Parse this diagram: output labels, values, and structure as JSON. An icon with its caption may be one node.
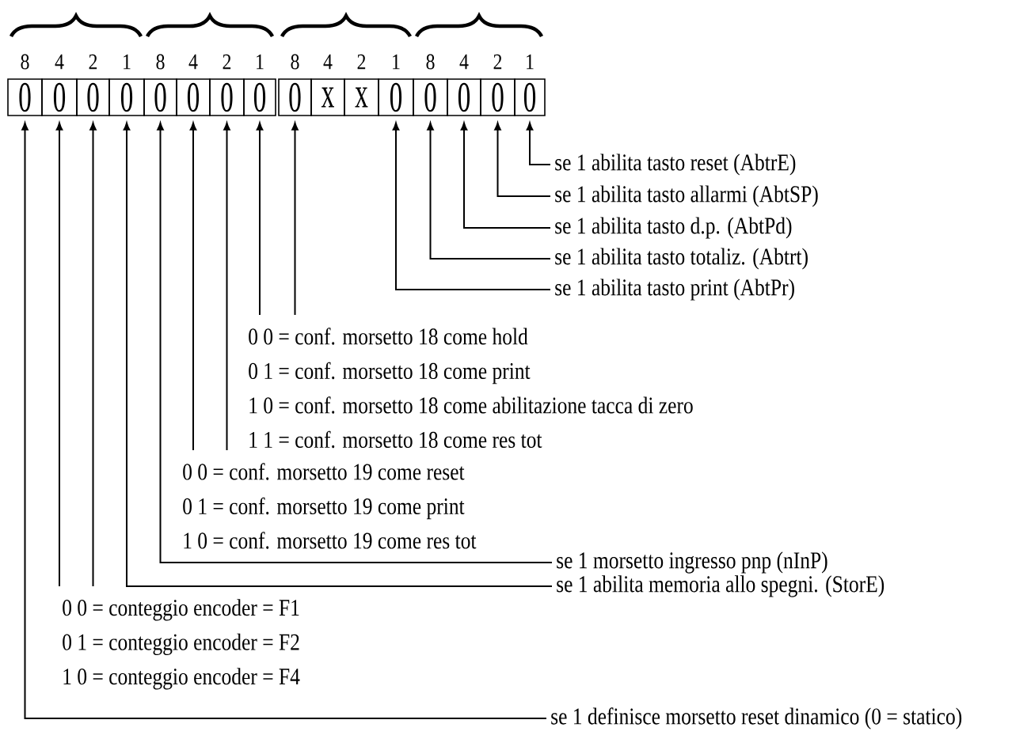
{
  "diagram": {
    "nodes": [
      {
        "text": [
          "0"
        ]
      },
      {
        "text": [
          "0"
        ]
      },
      {
        "text": [
          "0"
        ]
      },
      {
        "text": [
          "0"
        ]
      },
      {
        "text": [
          "0"
        ]
      },
      {
        "text": [
          "0"
        ]
      },
      {
        "text": [
          "0"
        ]
      },
      {
        "text": [
          "0"
        ]
      },
      {
        "text": [
          "0"
        ]
      },
      {
        "text": [
          "x"
        ]
      },
      {
        "text": [
          "x"
        ]
      },
      {
        "text": [
          "0"
        ]
      },
      {
        "text": [
          "0"
        ]
      },
      {
        "text": [
          "0"
        ]
      },
      {
        "text": [
          "0"
        ]
      },
      {
        "text": [
          "0"
        ]
      },
      {
        "text": [
          "se 1 abilita tasto reset (AbtrE)"
        ]
      },
      {
        "text": [
          "se 1 abilita tasto allarmi (AbtSP)"
        ]
      },
      {
        "text": [
          "se 1 abilita tasto d.p. (AbtPd)"
        ]
      },
      {
        "text": [
          "se 1 abilita tasto totaliz. (Abtrt)"
        ]
      },
      {
        "text": [
          "se 1 abilita tasto print (AbtPr)"
        ]
      },
      {
        "text": [
          "0 0 = conf. morsetto 18 come hold",
          "0 1 = conf. morsetto 18 come print",
          "1 0 = conf. morsetto 18 come abilitazione tacca di zero",
          "1 1 = conf. morsetto 18 come res tot"
        ]
      },
      {
        "text": [
          "0 0 = conf. morsetto 19 come reset",
          "0 1 = conf. morsetto 19 come print",
          "1 0 = conf. morsetto 19 come res tot"
        ]
      },
      {
        "text": [
          "se 1 morsetto ingresso pnp (nInP)"
        ]
      },
      {
        "text": [
          "se 1 abilita memoria allo spegni. (StorE)"
        ]
      },
      {
        "text": [
          "0 0 = conteggio encoder = F1",
          "0 1 = conteggio encoder = F2",
          "1 0 = conteggio encoder = F4"
        ]
      },
      {
        "text": [
          "se 1 definisce morsetto reset dinamico (0 = statico)"
        ]
      }
    ],
    "edges": [
      {
        "from": 16,
        "to": 15,
        "arrow": "to"
      },
      {
        "from": 17,
        "to": 14,
        "arrow": "to"
      },
      {
        "from": 18,
        "to": 13,
        "arrow": "to"
      },
      {
        "from": 19,
        "to": 12,
        "arrow": "to"
      },
      {
        "from": 20,
        "to": 11,
        "arrow": "to"
      },
      {
        "from": 21,
        "to": 7,
        "arrow": "to"
      },
      {
        "from": 21,
        "to": 8,
        "arrow": "to"
      },
      {
        "from": 22,
        "to": 5,
        "arrow": "to"
      },
      {
        "from": 22,
        "to": 6,
        "arrow": "to"
      },
      {
        "from": 23,
        "to": 4,
        "arrow": "to"
      },
      {
        "from": 24,
        "to": 3,
        "arrow": "to"
      },
      {
        "from": 25,
        "to": 1,
        "arrow": "to"
      },
      {
        "from": 25,
        "to": 2,
        "arrow": "to"
      },
      {
        "from": 26,
        "to": 0,
        "arrow": "to"
      }
    ],
    "labels": [
      "8",
      "4",
      "2",
      "1",
      "8",
      "4",
      "2",
      "1",
      "8",
      "4",
      "2",
      "1",
      "8",
      "4",
      "2",
      "1"
    ]
  }
}
